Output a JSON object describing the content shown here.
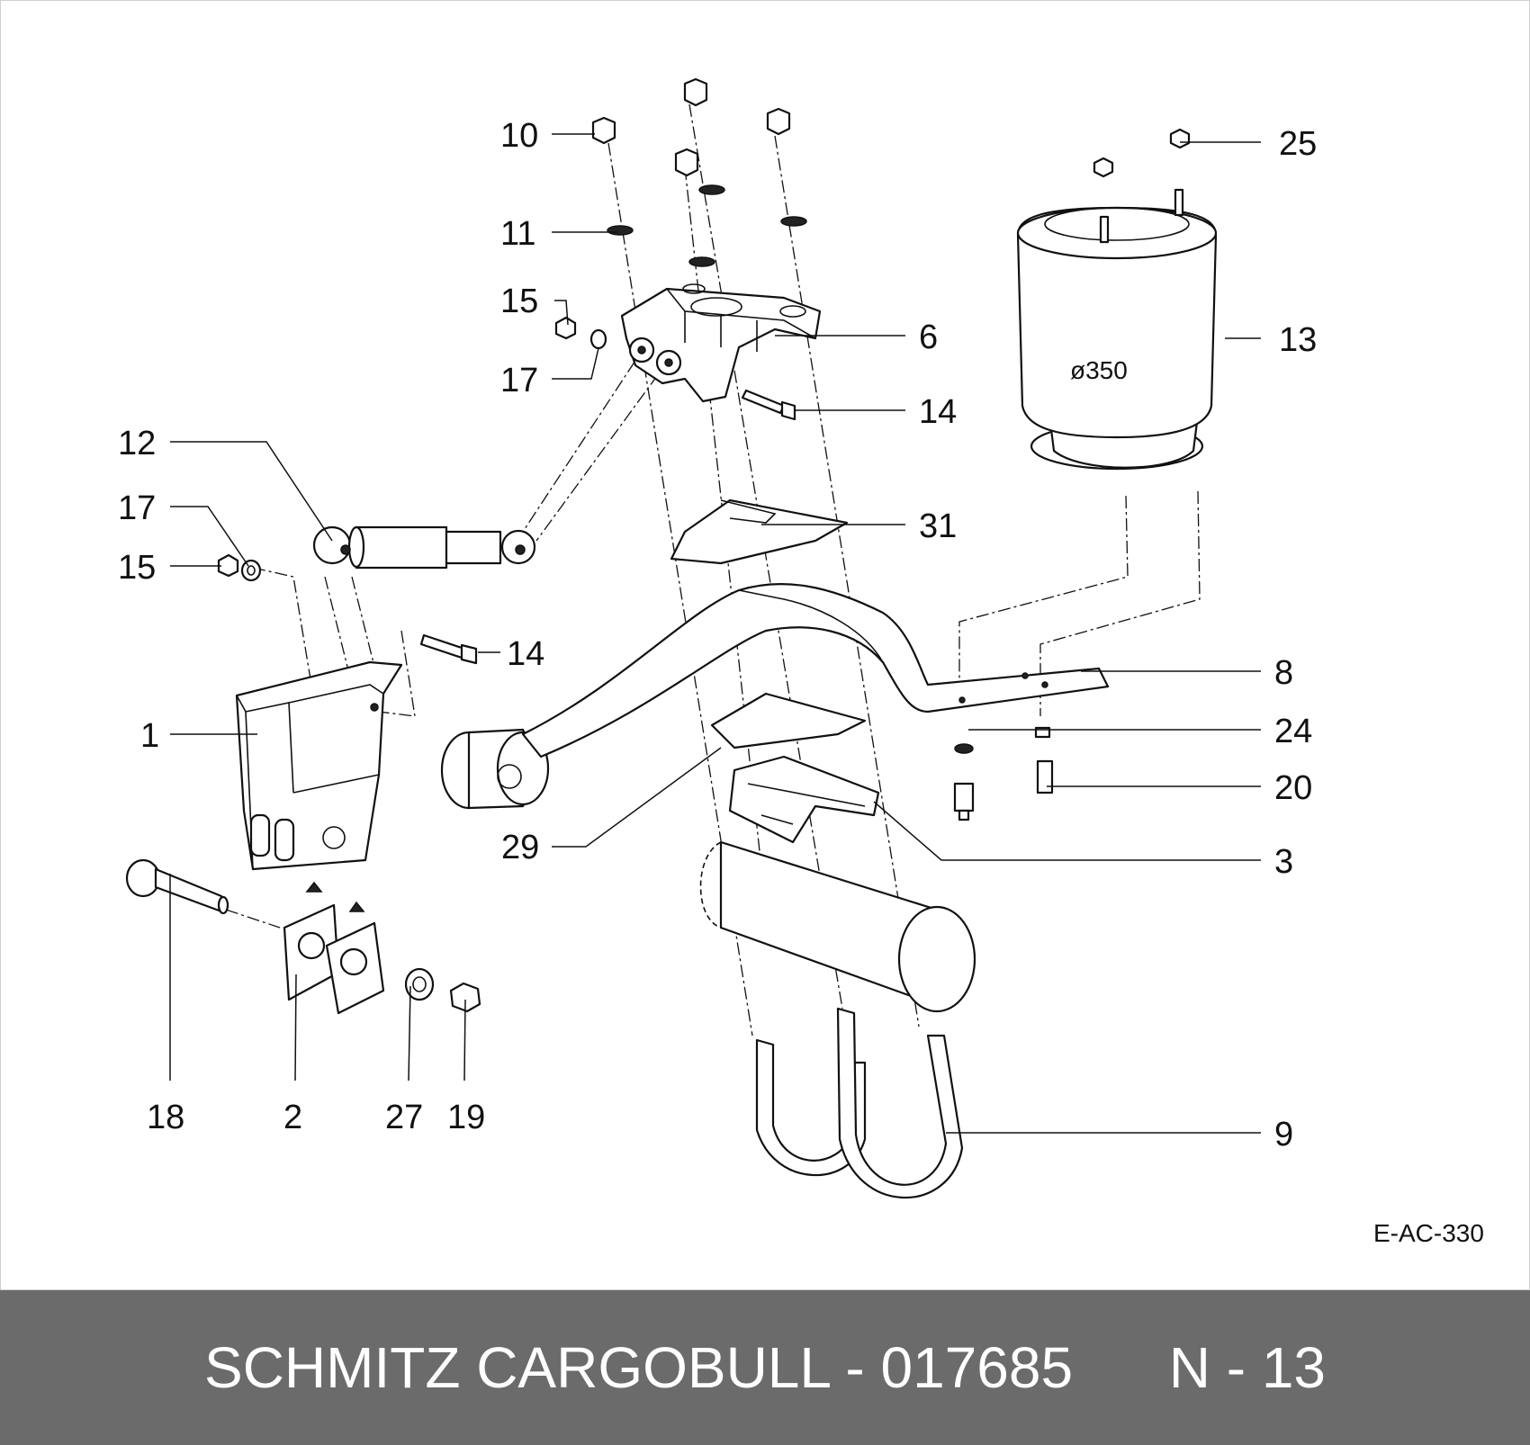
{
  "diagram": {
    "drawing_code": "E-AC-330",
    "bellows_diameter": "ø350",
    "callouts": [
      "10",
      "11",
      "15",
      "17",
      "12",
      "17",
      "15",
      "14",
      "1",
      "18",
      "2",
      "27",
      "19",
      "6",
      "14",
      "31",
      "29",
      "3",
      "9",
      "25",
      "13",
      "8",
      "24",
      "20"
    ]
  },
  "footer": {
    "brand_part": "SCHMITZ CARGOBULL - 017685",
    "page_ref": "N - 13"
  },
  "colors": {
    "footer_bg": "#6b6b6b",
    "footer_text": "#ffffff",
    "line": "#111111"
  }
}
